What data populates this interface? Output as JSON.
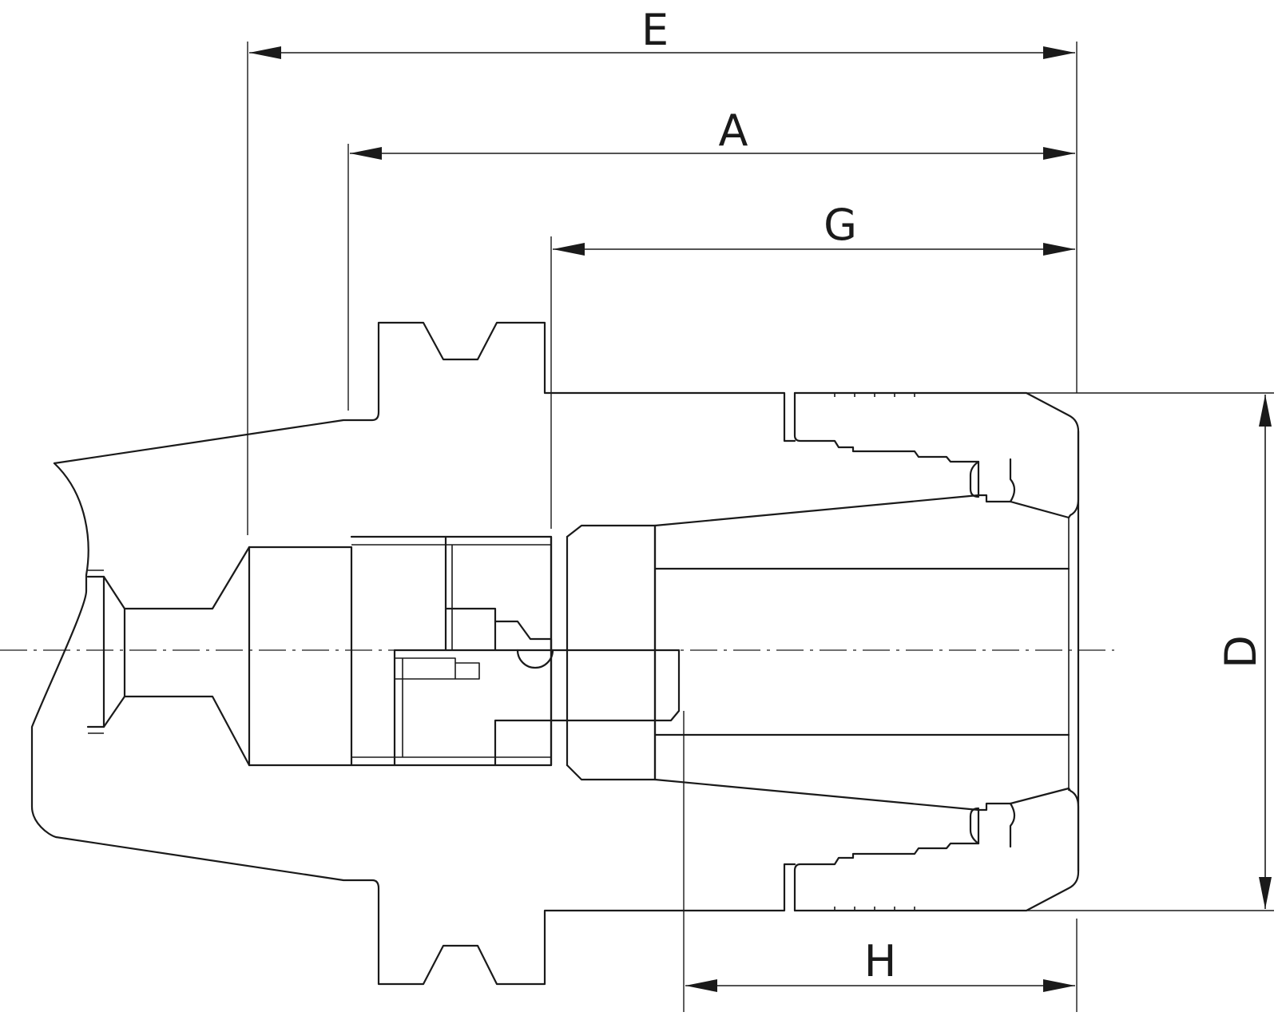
{
  "diagram": {
    "dimensions": {
      "E": "E",
      "A": "A",
      "G": "G",
      "D": "D",
      "H": "H"
    },
    "colors": {
      "line": "#1a1a1a",
      "background": "#ffffff"
    }
  }
}
